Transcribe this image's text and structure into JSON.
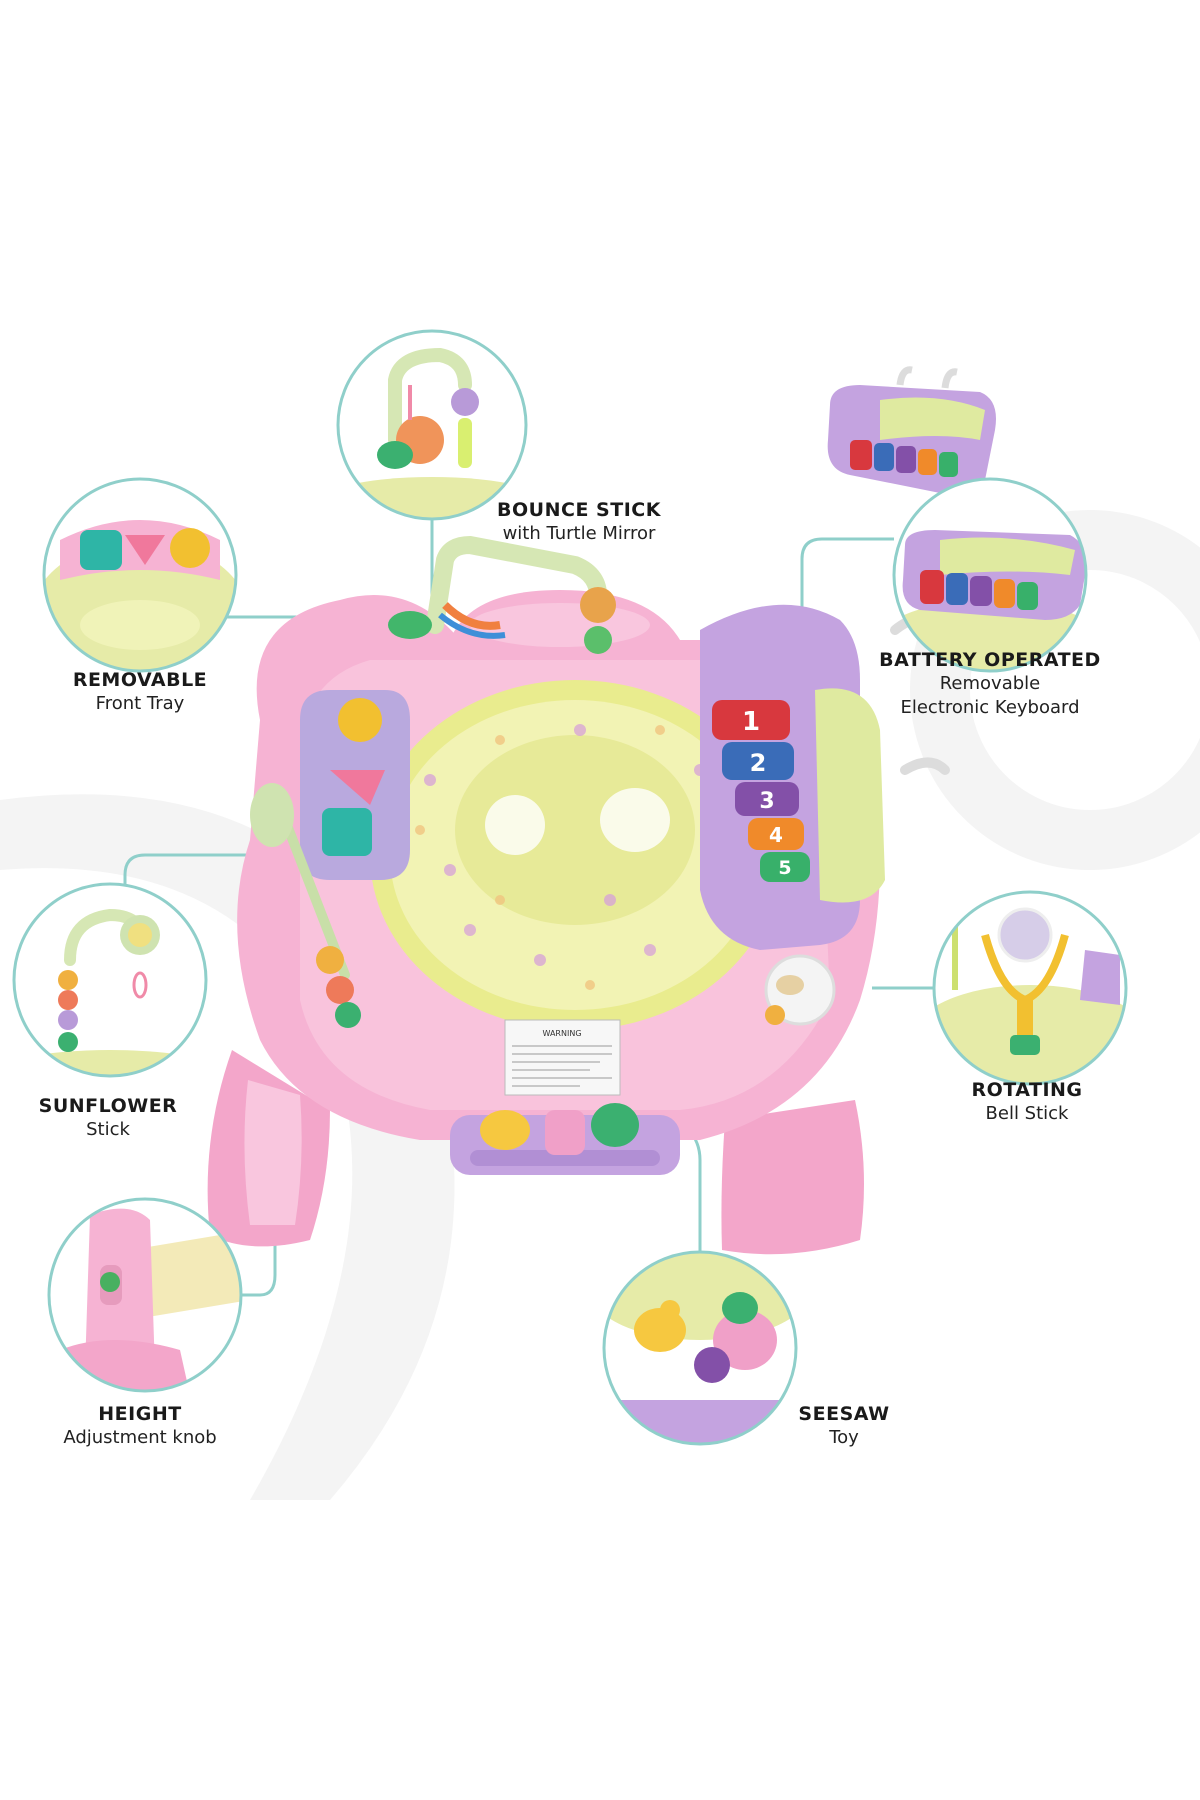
{
  "features": {
    "bounce_stick": {
      "title": "BOUNCE STICK",
      "subtitle": "with Turtle Mirror"
    },
    "removable_tray": {
      "title": "REMOVABLE",
      "subtitle": "Front Tray"
    },
    "battery_keyboard": {
      "title": "BATTERY OPERATED",
      "subtitle_1": "Removable",
      "subtitle_2": "Electronic Keyboard"
    },
    "sunflower_stick": {
      "title": "SUNFLOWER",
      "subtitle": "Stick"
    },
    "rotating_bell": {
      "title": "ROTATING",
      "subtitle": "Bell Stick"
    },
    "height_knob": {
      "title": "HEIGHT",
      "subtitle": "Adjustment knob"
    },
    "seesaw": {
      "title": "SEESAW",
      "subtitle": "Toy"
    }
  },
  "keyboard_keys": [
    "1",
    "2",
    "3",
    "4",
    "5"
  ],
  "warning_label": "WARNING",
  "colors": {
    "callout_line": "#8fcfca",
    "body_pink": "#f6b3d3",
    "seat_yellow": "#eef0a0",
    "keyboard_purple": "#c4a3e0",
    "backdrop_grey": "#f2f2f2"
  }
}
